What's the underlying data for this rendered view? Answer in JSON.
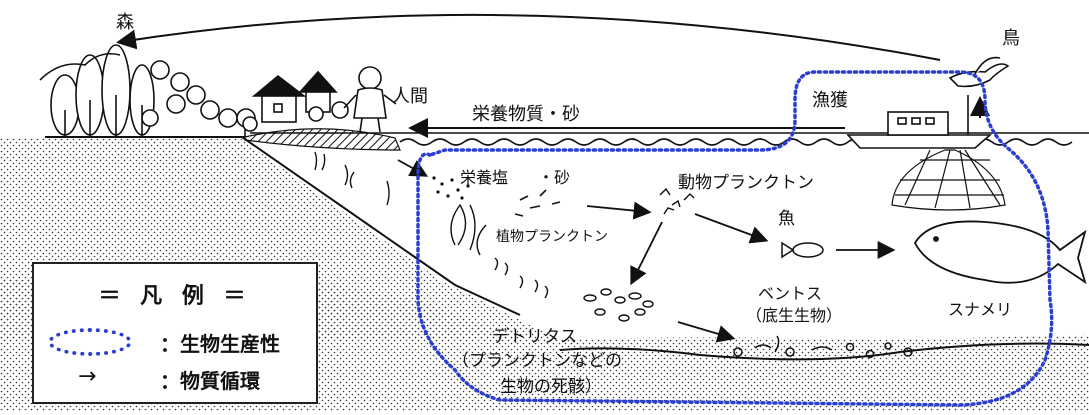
{
  "labels": {
    "forest": "森",
    "bird": "鳥",
    "human": "人間",
    "nutrients_sand": "栄養物質・砂",
    "fishing": "漁獲",
    "nutrient_salts": "栄養塩",
    "sand": "・砂",
    "zooplankton": "動物プランクトン",
    "fish": "魚",
    "phytoplankton": "植物プランクトン",
    "benthos": "ベントス",
    "benthos_sub": "（底生生物）",
    "porpoise": "スナメリ",
    "detritus": "デトリタス",
    "detritus_sub1": "（プランクトンなどの",
    "detritus_sub2": "生物の死骸）"
  },
  "legend": {
    "title": "＝ 凡 例 ＝",
    "productivity": "：生物生産性",
    "arrow_symbol": "→",
    "cycle": "：物質循環"
  },
  "colors": {
    "productivity_outline": "#2a3fd0",
    "line": "#111111"
  }
}
